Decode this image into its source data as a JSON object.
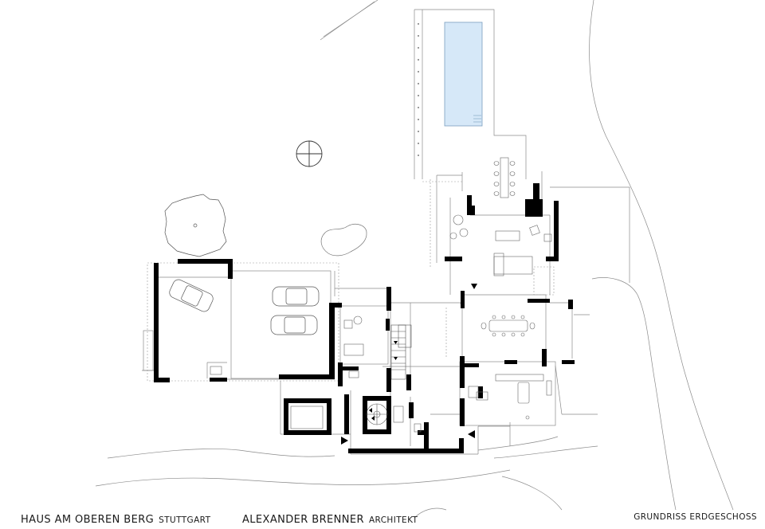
{
  "title_block": {
    "project_name": "HAUS AM OBEREN BERG",
    "project_city": "STUTTGART",
    "architect_name": "ALEXANDER BRENNER",
    "architect_role": "ARCHITEKT",
    "drawing_title": "GRUNDRISS ERDGESCHOSS"
  },
  "colors": {
    "wall": "#000000",
    "line": "#8a8a8a",
    "pool": "#d6e8f8",
    "pool_edge": "#7a9dbf"
  },
  "symbols": [
    "north-arrow-icon",
    "tree-icon",
    "car-icon",
    "stair-icon",
    "entrance-arrow-icon"
  ]
}
